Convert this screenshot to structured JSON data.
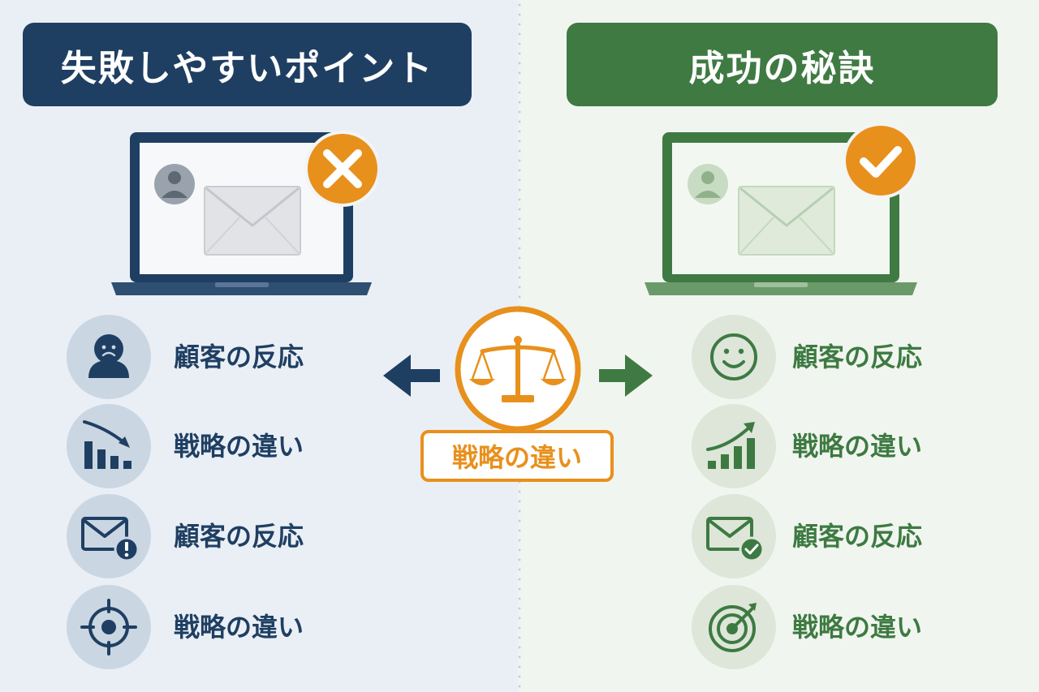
{
  "left_panel": {
    "title": "失敗しやすいポイント",
    "badge_icon": "x-mark-icon",
    "items": [
      {
        "label": "顧客の反応",
        "icon": "sad-face-icon"
      },
      {
        "label": "戦略の違い",
        "icon": "declining-bar-chart-icon"
      },
      {
        "label": "顧客の反応",
        "icon": "mail-warning-icon"
      },
      {
        "label": "戦略の違い",
        "icon": "crosshair-icon"
      }
    ]
  },
  "right_panel": {
    "title": "成功の秘訣",
    "badge_icon": "check-mark-icon",
    "items": [
      {
        "label": "顧客の反応",
        "icon": "smile-face-icon"
      },
      {
        "label": "戦略の違い",
        "icon": "rising-bar-chart-icon"
      },
      {
        "label": "顧客の反応",
        "icon": "mail-check-icon"
      },
      {
        "label": "戦略の違い",
        "icon": "target-arrow-icon"
      }
    ]
  },
  "center": {
    "label": "戦略の違い",
    "icon": "scale-icon"
  },
  "colors": {
    "navy": "#1f3f62",
    "green": "#3f7a43",
    "orange": "#e8901c"
  }
}
